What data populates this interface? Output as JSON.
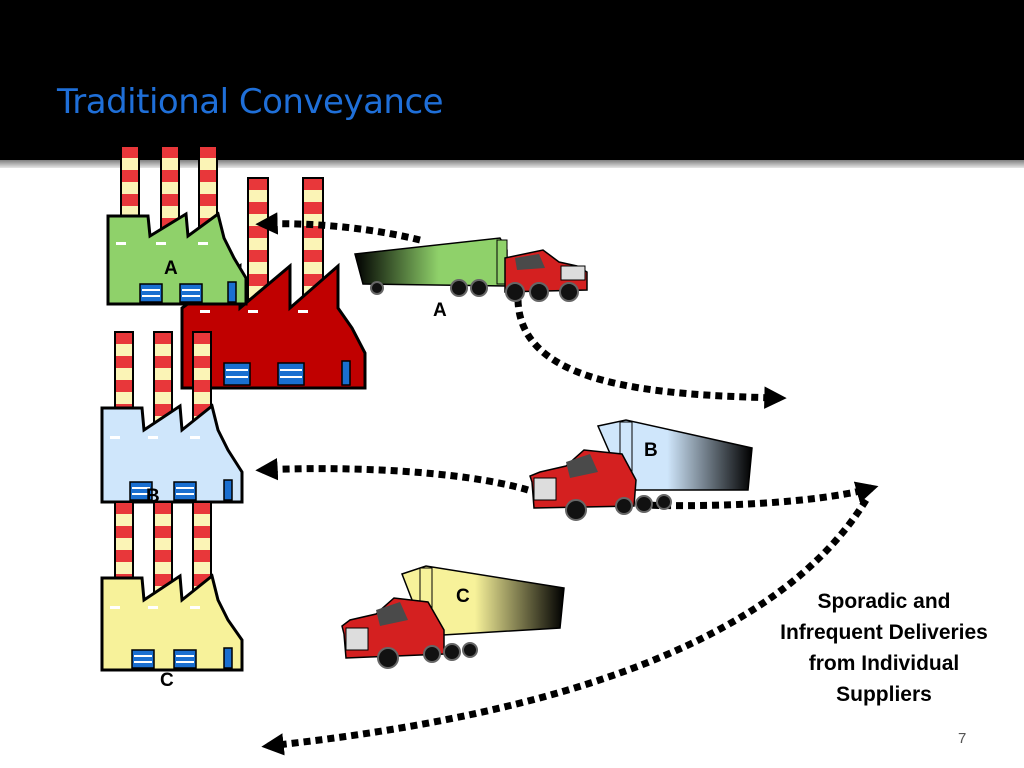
{
  "slide": {
    "title": "Traditional Conveyance",
    "caption": "Sporadic and Infrequent Deliveries from Individual Suppliers",
    "page_number": "7"
  },
  "factories": [
    {
      "label": "A",
      "color": "#8fd16a"
    },
    {
      "label": "",
      "color": "#c00000"
    },
    {
      "label": "B",
      "color": "#cfe6fb"
    },
    {
      "label": "C",
      "color": "#f7f29a"
    }
  ],
  "trucks": [
    {
      "label": "A",
      "trailer_color": "#8fd16a"
    },
    {
      "label": "B",
      "trailer_color": "#cfe6fb"
    },
    {
      "label": "C",
      "trailer_color": "#f7f29a"
    }
  ],
  "colors": {
    "title": "#1f6fd8",
    "header": "#000000",
    "truck_cab": "#d42020",
    "chimney_stripe": "#e8373a"
  }
}
